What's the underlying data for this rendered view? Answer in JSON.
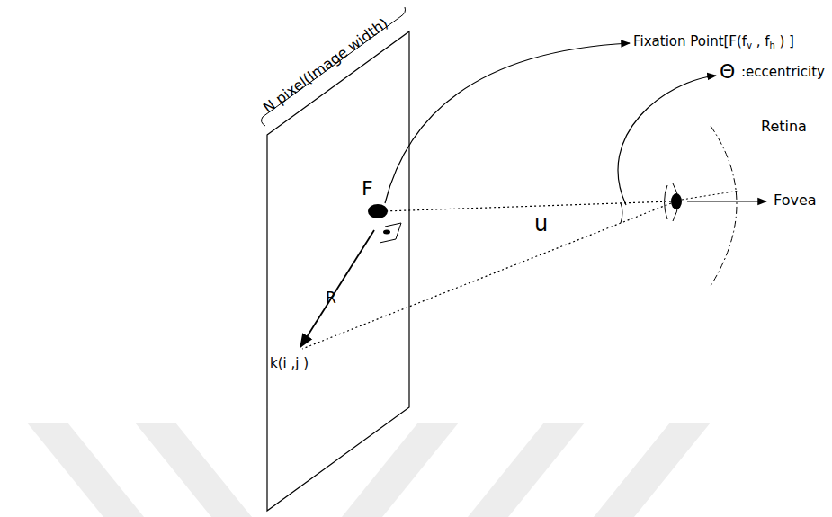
{
  "diagram": {
    "labels": [
      "N pixel(Image width)",
      "Fixation Point[F(f",
      "v",
      " , f",
      "h",
      " ) ]",
      "Θ",
      ":eccentricity",
      "Retina",
      "F",
      "u",
      "Fovea",
      "R",
      "k(i ,j )"
    ]
  }
}
